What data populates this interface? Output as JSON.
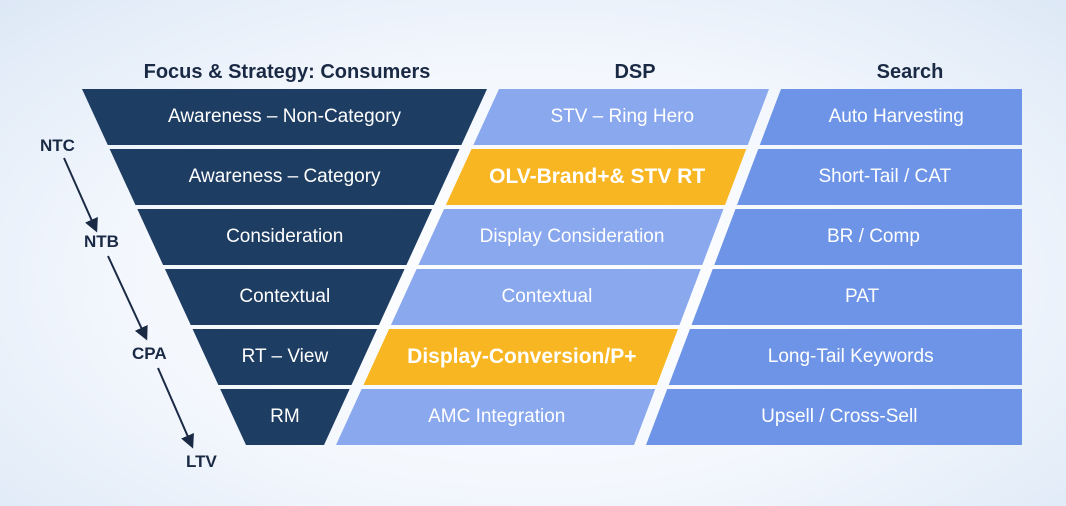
{
  "headers": {
    "focus": "Focus & Strategy: Consumers",
    "dsp": "DSP",
    "search": "Search"
  },
  "stages": [
    "NTC",
    "NTB",
    "CPA",
    "LTV"
  ],
  "rows": [
    {
      "focus": "Awareness – Non-Category",
      "dsp": "STV – Ring Hero",
      "search": "Auto Harvesting",
      "dsp_highlight": false
    },
    {
      "focus": "Awareness – Category",
      "dsp": "OLV-Brand+& STV RT",
      "search": "Short-Tail / CAT",
      "dsp_highlight": true
    },
    {
      "focus": "Consideration",
      "dsp": "Display Consideration",
      "search": "BR / Comp",
      "dsp_highlight": false
    },
    {
      "focus": "Contextual",
      "dsp": "Contextual",
      "search": "PAT",
      "dsp_highlight": false
    },
    {
      "focus": "RT – View",
      "dsp": "Display-Conversion/P+",
      "search": "Long-Tail Keywords",
      "dsp_highlight": true
    },
    {
      "focus": "RM",
      "dsp": "AMC Integration",
      "search": "Upsell / Cross-Sell",
      "dsp_highlight": false
    }
  ],
  "colors": {
    "funnel": "#1e3d63",
    "dsp": "#8aa8ee",
    "search": "#6d94e6",
    "highlight": "#f8b623",
    "divider": "#ffffff",
    "text_dark": "#1a2a44"
  }
}
